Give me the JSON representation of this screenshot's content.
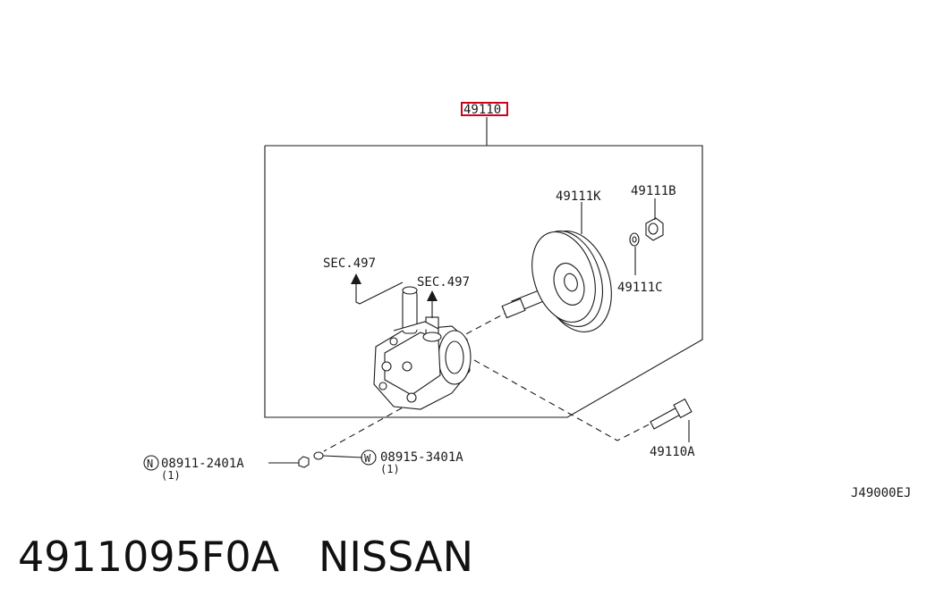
{
  "diagram": {
    "main_part": "49110",
    "main_part_highlight_color": "#d0021b",
    "sec_label_1": "SEC.497",
    "sec_label_2": "SEC.497",
    "pulley": "49111K",
    "nut": "49111B",
    "washer": "49111C",
    "bolt": "49110A",
    "nut_n": {
      "badge": "N",
      "part": "08911-2401A",
      "qty": "(1)"
    },
    "washer_w": {
      "badge": "W",
      "part": "08915-3401A",
      "qty": "(1)"
    },
    "diagram_code": "J49000EJ"
  },
  "caption": {
    "part_number": "4911095F0A",
    "brand": "NISSAN"
  }
}
